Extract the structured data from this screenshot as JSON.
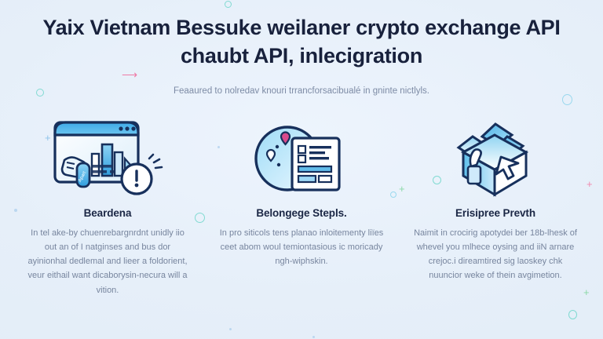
{
  "page": {
    "background_color": "#e9f1fb",
    "title_color": "#18213c",
    "body_text_color": "#77859e",
    "accent_color": "#2f9ede"
  },
  "header": {
    "title": "Yaix Vietnam Bessuke weilaner crypto exchange API chaubt API, inlecigration",
    "subtitle": "Feaaured to nolredav knouri trrancforsacibualé in gninte nictlyls."
  },
  "columns": [
    {
      "icon_name": "browser-analytics-clock-icon",
      "heading": "Beardena",
      "body": "In tel ake-by chuenrebargnrdnt unidly iio out an of I natginses and bus dor ayinionhal dedlemal and lieer a foldorient, veur eithail want dicaborysin-necura will a vition."
    },
    {
      "icon_name": "globe-document-pin-icon",
      "heading": "Belongege Stepls.",
      "body": "In pro siticols tens planao inloitementy liïes ceet abom woul temiontasious ic moricady ngh-wiphskin."
    },
    {
      "icon_name": "open-box-package-icon",
      "heading": "Erisipree Prevth",
      "body": "Naimit in crocirig apotydei ber 18b-lhesk of whevel you mlhece oysing and iiN arnare crejoc.i direamtired sig laoskey chk nuuncior weke of thein avgimetion."
    }
  ],
  "decorations": {
    "ring_color": "#5fd3c4",
    "plus_color": "#f08ab0",
    "dot_color": "#9fc6ea"
  }
}
